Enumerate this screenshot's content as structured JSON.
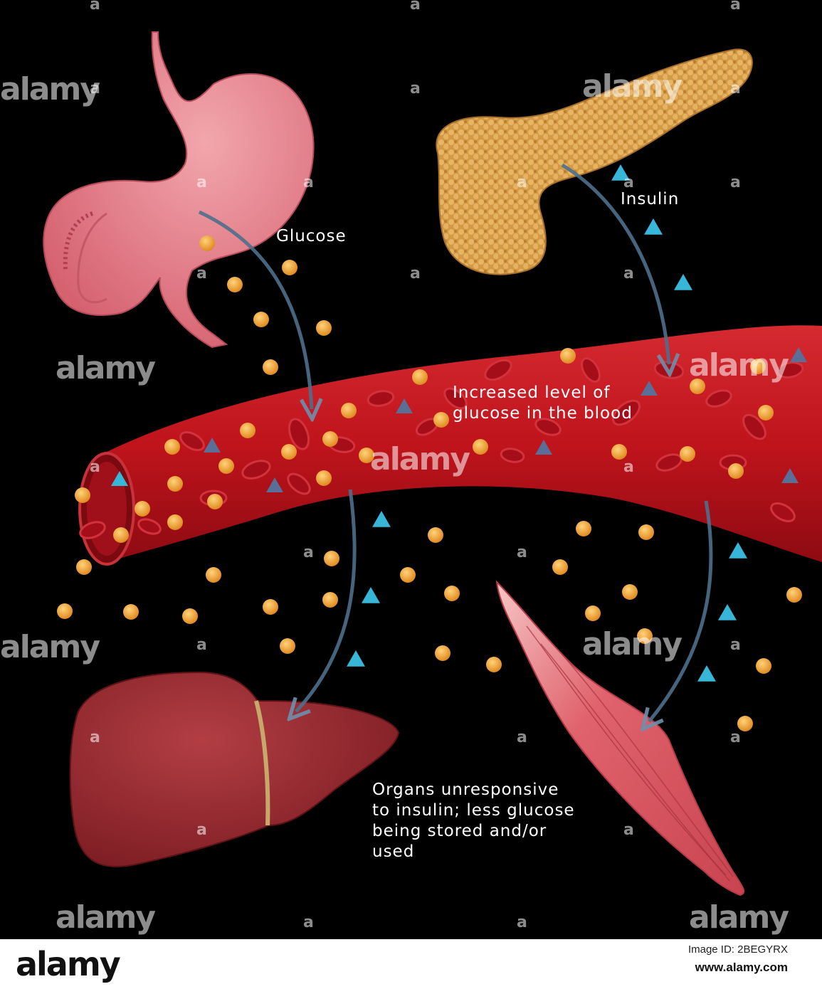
{
  "labels": {
    "glucose": "Glucose",
    "insulin": "Insulin",
    "blood": "Increased level of\nglucose in the blood",
    "organs": "Organs unresponsive\nto insulin; less glucose\nbeing stored and/or\nused"
  },
  "watermark": {
    "text": "alamy",
    "small_mark": "a"
  },
  "footer": {
    "brand": "alamy",
    "image_id": "Image ID: 2BEGYRX",
    "site": "www.alamy.com"
  },
  "colors": {
    "background": "#000000",
    "glucose": "#f2a23a",
    "insulin": "#38b6d8",
    "vessel": "#c4141e",
    "arrow": "#4f6f8c",
    "stomach": "#e57c86",
    "pancreas": "#d9a24c",
    "liver": "#9a2a30",
    "muscle": "#e06470"
  }
}
